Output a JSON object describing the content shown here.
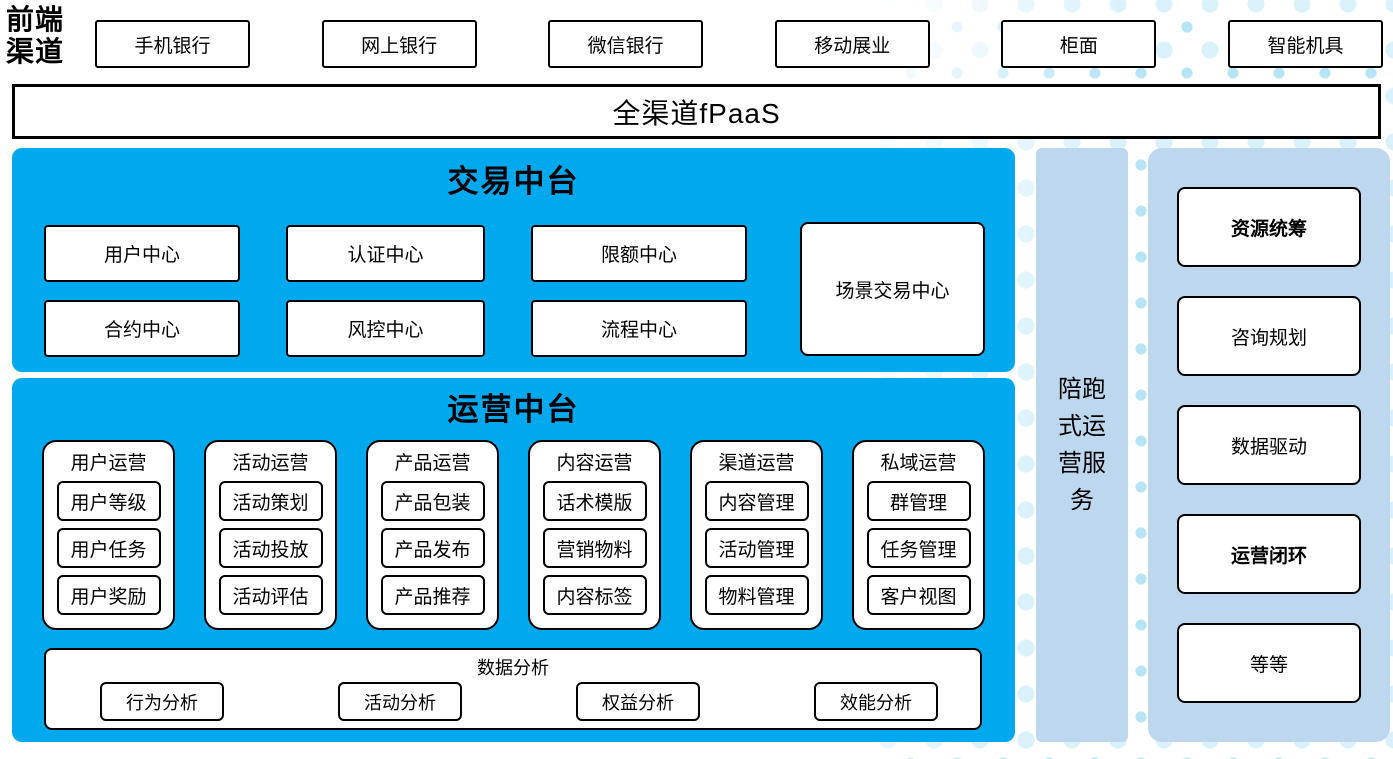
{
  "colors": {
    "panel_blue": "#00A8EE",
    "panel_light_blue": "#BDD7EE",
    "dot_light": "#D9F1FB",
    "dot_mid": "#B5E4F7",
    "border": "#000000"
  },
  "frontend": {
    "label": "前端渠道",
    "channels": [
      "手机银行",
      "网上银行",
      "微信银行",
      "移动展业",
      "柜面",
      "智能机具"
    ]
  },
  "fpaas": {
    "label": "全渠道fPaaS"
  },
  "trade": {
    "title": "交易中台",
    "centers": [
      "用户中心",
      "认证中心",
      "限额中心",
      "合约中心",
      "风控中心",
      "流程中心"
    ],
    "scene_center": "场景交易中心"
  },
  "ops": {
    "title": "运营中台",
    "groups": [
      {
        "title": "用户运营",
        "items": [
          "用户等级",
          "用户任务",
          "用户奖励"
        ]
      },
      {
        "title": "活动运营",
        "items": [
          "活动策划",
          "活动投放",
          "活动评估"
        ]
      },
      {
        "title": "产品运营",
        "items": [
          "产品包装",
          "产品发布",
          "产品推荐"
        ]
      },
      {
        "title": "内容运营",
        "items": [
          "话术模版",
          "营销物料",
          "内容标签"
        ]
      },
      {
        "title": "渠道运营",
        "items": [
          "内容管理",
          "活动管理",
          "物料管理"
        ]
      },
      {
        "title": "私域运营",
        "items": [
          "群管理",
          "任务管理",
          "客户视图"
        ]
      }
    ],
    "analysis": {
      "title": "数据分析",
      "items": [
        "行为分析",
        "活动分析",
        "权益分析",
        "效能分析"
      ]
    }
  },
  "side": {
    "label": "陪跑式运营服务"
  },
  "services": {
    "items": [
      {
        "label": "资源统筹",
        "bold": true
      },
      {
        "label": "咨询规划",
        "bold": false
      },
      {
        "label": "数据驱动",
        "bold": false
      },
      {
        "label": "运营闭环",
        "bold": true
      },
      {
        "label": "等等",
        "bold": false
      }
    ]
  }
}
